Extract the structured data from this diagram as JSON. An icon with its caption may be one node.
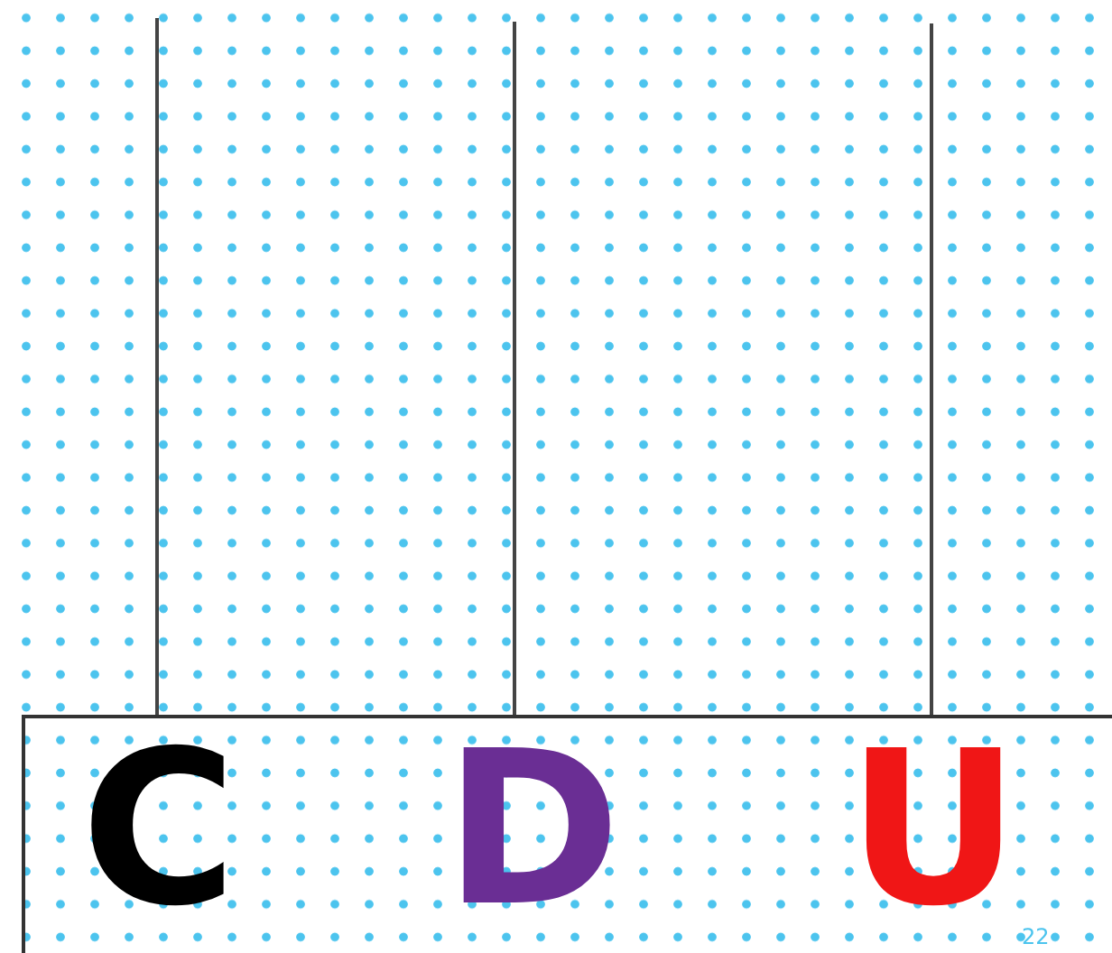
{
  "diagram": {
    "labels": [
      "C",
      "D",
      "U",
      "22"
    ]
  }
}
